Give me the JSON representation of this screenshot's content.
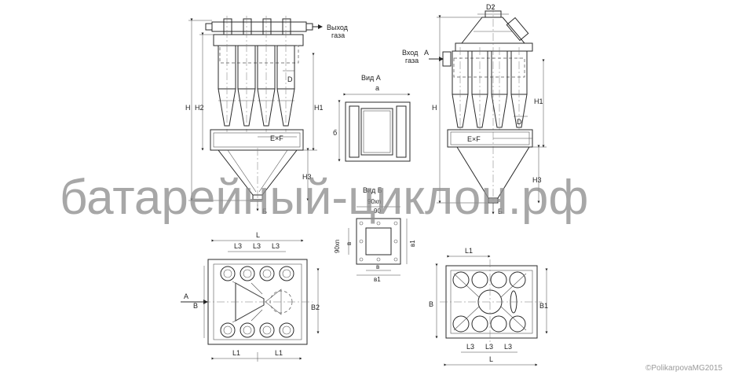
{
  "labels": {
    "gas_outlet": "Выход\nгаза",
    "gas_inlet": "Вход\nгаза",
    "view_a": "Вид А",
    "view_b": "Вид Б",
    "H": "H",
    "H1": "H1",
    "H2": "H2",
    "H3": "H3",
    "D": "D",
    "D2": "D2",
    "ExF": "E×F",
    "a": "а",
    "b": "б",
    "A": "А",
    "B_arrow": "Б",
    "L": "L",
    "L1": "L1",
    "L3": "L3",
    "B": "B",
    "B1": "B1",
    "B2": "B2",
    "v": "в",
    "v1": "в1",
    "dim_90": "90",
    "dim_90xn": "90хn"
  },
  "watermark": "батарейный-циклон.рф",
  "copyright": "©PolikarpovaMG2015",
  "colors": {
    "line": "#2a2a2a",
    "watermark": "#8f8f8f"
  }
}
